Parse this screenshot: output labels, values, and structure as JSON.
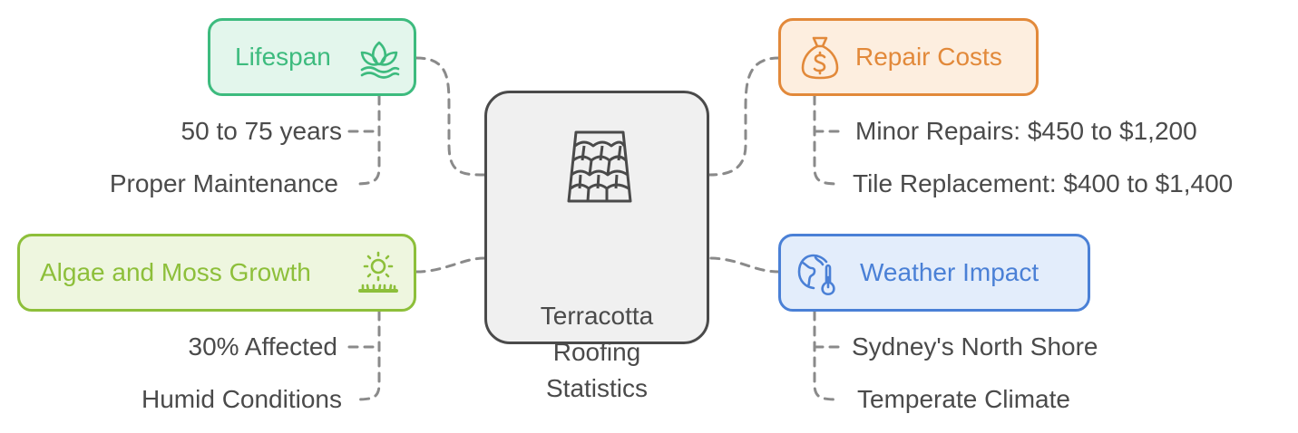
{
  "center": {
    "title": "Terracotta\nRoofing\nStatistics",
    "icon": "roof-tiles-icon"
  },
  "branches": {
    "lifespan": {
      "label": "Lifespan",
      "icon": "sprout-icon",
      "color": "#3dbb7e",
      "fill": "#e3f6ec",
      "items": [
        "50 to 75 years",
        "Proper Maintenance"
      ]
    },
    "algae": {
      "label": "Algae and Moss Growth",
      "icon": "sun-grass-icon",
      "color": "#8dbf3a",
      "fill": "#eef6df",
      "items": [
        "30% Affected",
        "Humid Conditions"
      ]
    },
    "repair": {
      "label": "Repair Costs",
      "icon": "money-bag-icon",
      "color": "#e2893a",
      "fill": "#fdeedf",
      "items": [
        "Minor Repairs: $450 to $1,200",
        "Tile Replacement: $400 to $1,400"
      ]
    },
    "weather": {
      "label": "Weather Impact",
      "icon": "globe-thermometer-icon",
      "color": "#4a80d6",
      "fill": "#e3edfb",
      "items": [
        "Sydney's North Shore",
        "Temperate Climate"
      ]
    }
  },
  "connector_color": "#8a8a8a"
}
